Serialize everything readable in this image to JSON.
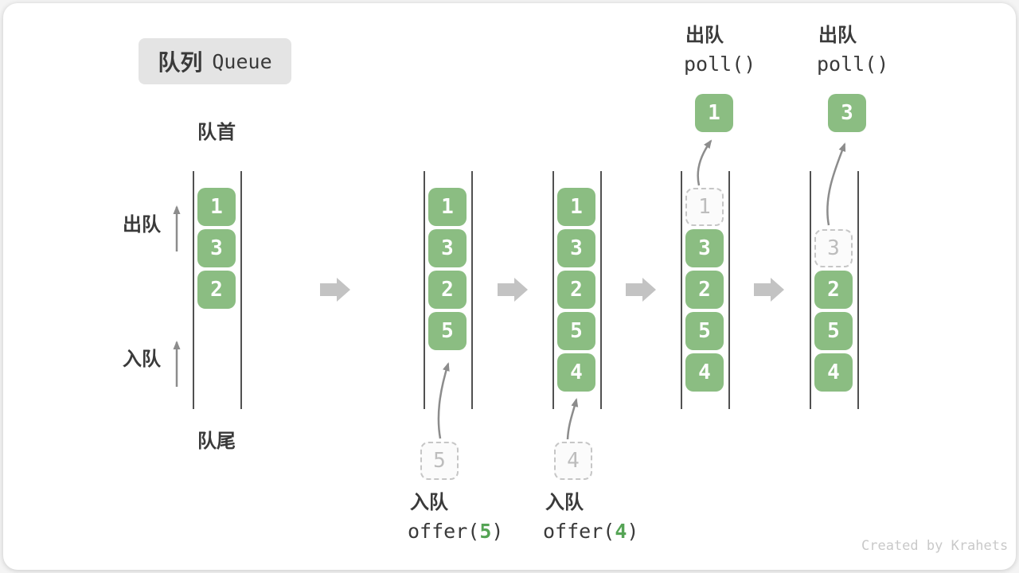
{
  "title": {
    "zh": "队列",
    "en": "Queue"
  },
  "labels": {
    "front": "队首",
    "rear": "队尾",
    "dequeue": "出队",
    "enqueue": "入队"
  },
  "queues": [
    {
      "name": "initial",
      "cells": [
        "1",
        "3",
        "2"
      ]
    },
    {
      "name": "after-offer-5",
      "cells": [
        "1",
        "3",
        "2",
        "5"
      ],
      "incoming": "5"
    },
    {
      "name": "after-offer-4",
      "cells": [
        "1",
        "3",
        "2",
        "5",
        "4"
      ],
      "incoming": "4"
    },
    {
      "name": "after-poll-1",
      "removed": "1",
      "cells": [
        "3",
        "2",
        "5",
        "4"
      ],
      "result": "1"
    },
    {
      "name": "after-poll-3",
      "removed": "3",
      "cells": [
        "2",
        "5",
        "4"
      ],
      "result": "3"
    }
  ],
  "ops": {
    "offer5": {
      "label": "入队",
      "prefix": "offer(",
      "arg": "5",
      "suffix": ")"
    },
    "offer4": {
      "label": "入队",
      "prefix": "offer(",
      "arg": "4",
      "suffix": ")"
    },
    "poll1": {
      "label": "出队",
      "fn": "poll()"
    },
    "poll2": {
      "label": "出队",
      "fn": "poll()"
    }
  },
  "colors": {
    "block_green": "#8bbd82",
    "code_arg_green": "#55a455",
    "container_line": "#515151",
    "flow_arrow_gray": "#c3c3c3",
    "pointer_arrow_gray": "#8c8c8c",
    "badge_bg": "#e4e4e4",
    "text_dark": "#3a3a3a",
    "dashed_border": "#c6c6c6",
    "watermark_gray": "#c9c9c9"
  },
  "watermark": "Created by Krahets"
}
